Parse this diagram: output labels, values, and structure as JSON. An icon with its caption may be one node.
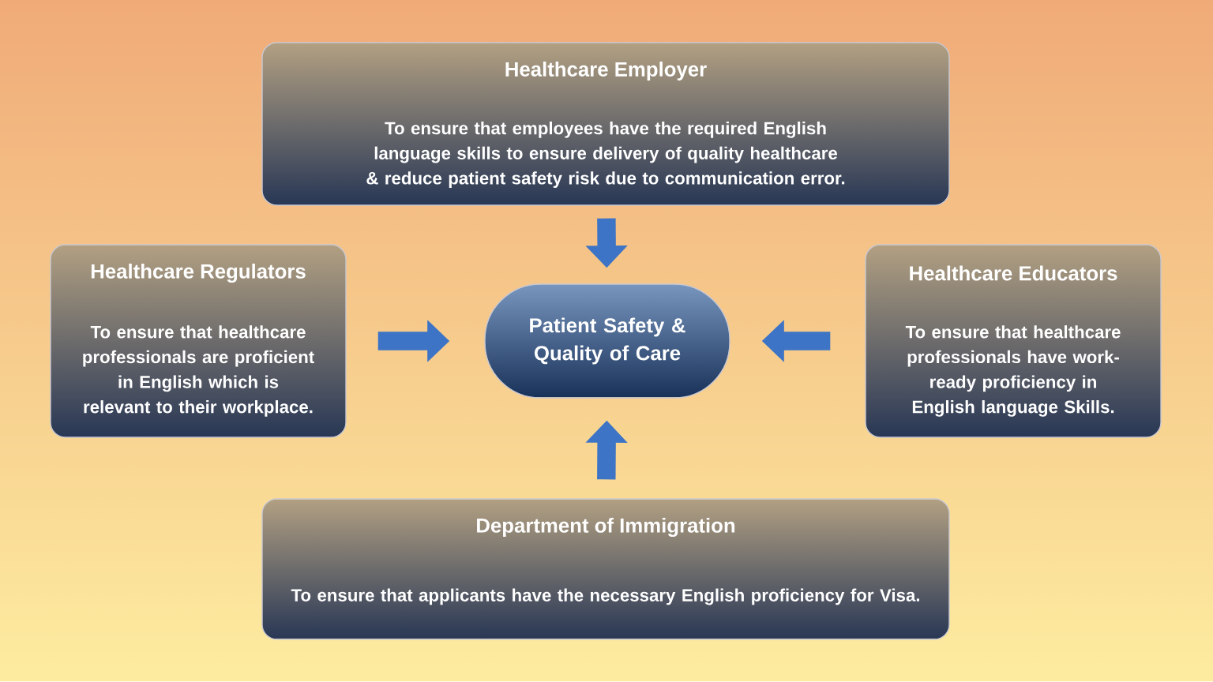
{
  "diagram": {
    "nodes": [
      {
        "text": [
          "Healthcare Employer",
          "To ensure that employees have the required English language skills to ensure delivery of quality healthcare & reduce patient safety risk due to communication error."
        ]
      },
      {
        "text": [
          "Healthcare Regulators",
          "To ensure that healthcare professionals are proficient in English which is relevant to their workplace."
        ]
      },
      {
        "text": [
          "Patient Safety & Quality of Care"
        ]
      },
      {
        "text": [
          "Healthcare Educators",
          "To ensure that healthcare professionals have work-ready proficiency in English language Skills."
        ]
      },
      {
        "text": [
          "Department of Immigration",
          "To ensure that applicants have the necessary English proficiency for Visa."
        ]
      }
    ],
    "edges": [
      {
        "from": 0,
        "to": 2,
        "arrow": "to"
      },
      {
        "from": 1,
        "to": 2,
        "arrow": "to"
      },
      {
        "from": 3,
        "to": 2,
        "arrow": "to"
      },
      {
        "from": 4,
        "to": 2,
        "arrow": "to"
      }
    ]
  }
}
